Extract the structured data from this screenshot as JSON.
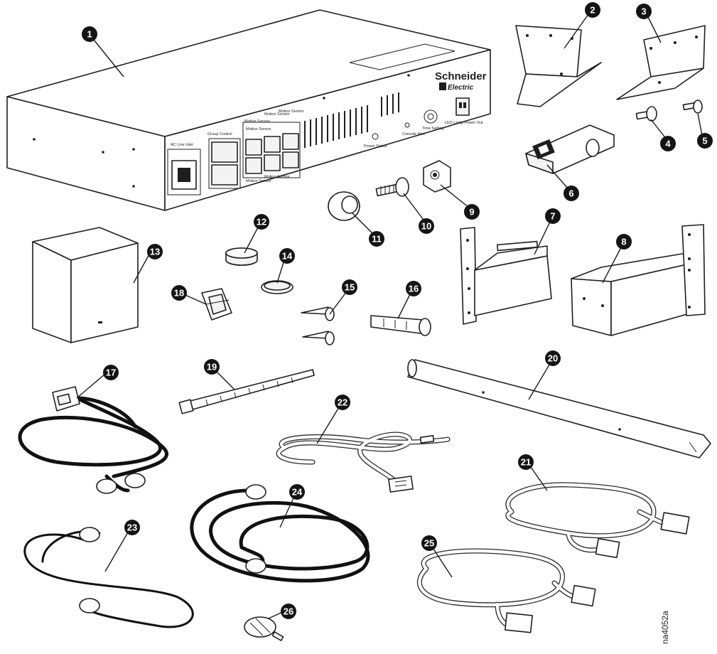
{
  "figure": {
    "brand_name": "Schneider",
    "brand_sub": "Electric",
    "figure_id": "na4052a",
    "callouts": [
      "1",
      "2",
      "3",
      "4",
      "5",
      "6",
      "7",
      "8",
      "9",
      "10",
      "11",
      "12",
      "13",
      "14",
      "15",
      "16",
      "17",
      "18",
      "19",
      "20",
      "21",
      "22",
      "23",
      "24",
      "25",
      "26"
    ]
  },
  "panel_labels": {
    "ac_inlet": "AC Line Inlet",
    "group_control": "Group Control",
    "motion_sensor": "Motion Sensor",
    "motion_sensor_b": "Motion Sensor",
    "motion_sensor_2": "Motion Sensor",
    "motion_sensor_3": "Motion Sensor",
    "motion_sensor_4": "Motion Sensor",
    "motion_sensor_5": "Motion Sensor",
    "power_status": "Power Status",
    "console_port": "Console Port",
    "time_setting": "Time Setting",
    "power_out": "LED Lamp Power Out"
  }
}
